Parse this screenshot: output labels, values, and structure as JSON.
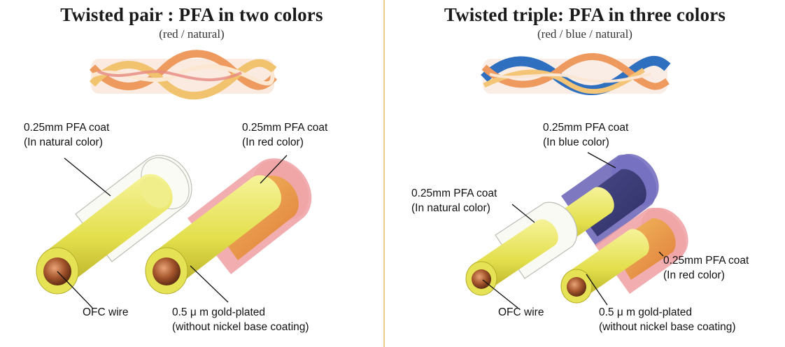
{
  "left": {
    "title": "Twisted pair : PFA in two colors",
    "subtitle": "(red / natural)",
    "labels": {
      "natural_coat_1": "0.25mm PFA coat",
      "natural_coat_2": "(In natural color)",
      "red_coat_1": "0.25mm PFA coat",
      "red_coat_2": "(In red color)",
      "ofc": "OFC wire",
      "gold_1": "0.5 μ m gold-plated",
      "gold_2": "(without nickel base coating)"
    }
  },
  "right": {
    "title": "Twisted triple: PFA in three colors",
    "subtitle": "(red / blue / natural)",
    "labels": {
      "blue_coat_1": "0.25mm PFA coat",
      "blue_coat_2": "(In blue color)",
      "natural_coat_1": "0.25mm PFA coat",
      "natural_coat_2": "(In natural color)",
      "red_coat_1": "0.25mm PFA coat",
      "red_coat_2": "(In red color)",
      "ofc": "OFC wire",
      "gold_1": "0.5 μ m gold-plated",
      "gold_2": "(without nickel base coating)"
    }
  },
  "colors": {
    "divider": "#e8cf86",
    "red_coat": "#e98a8e",
    "blue_coat": "#5650a8",
    "natural_coat": "#f4f4ee",
    "gold_plating": "#e8e45a",
    "copper": "#a0522d"
  }
}
